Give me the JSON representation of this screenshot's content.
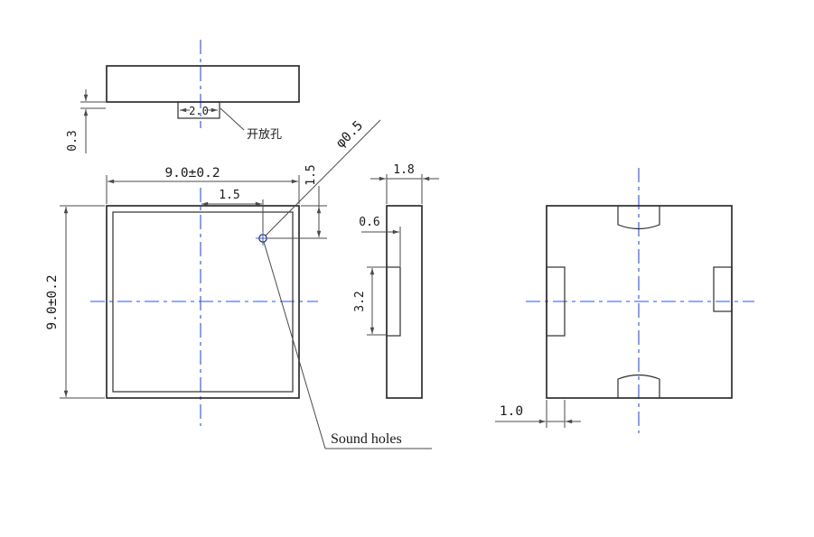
{
  "colors": {
    "outline": "#2e2e2e",
    "dimension": "#4a4a4a",
    "centerline": "#2b50e0",
    "text": "#1a1a1a",
    "background": "#ffffff"
  },
  "front_view": {
    "notch_width": "2.0",
    "notch_label": "开放孔",
    "base_thickness": "0.3"
  },
  "top_view": {
    "width": "9.0±0.2",
    "height": "9.0±0.2",
    "hole_offset_x": "1.5",
    "hole_offset_y": "1.5",
    "hole_diameter": "φ0.5",
    "sound_holes_label": "Sound holes"
  },
  "side_view": {
    "thickness": "1.8",
    "pad_offset": "0.6",
    "pad_height": "3.2"
  },
  "bottom_view": {
    "pad_width": "1.0"
  }
}
